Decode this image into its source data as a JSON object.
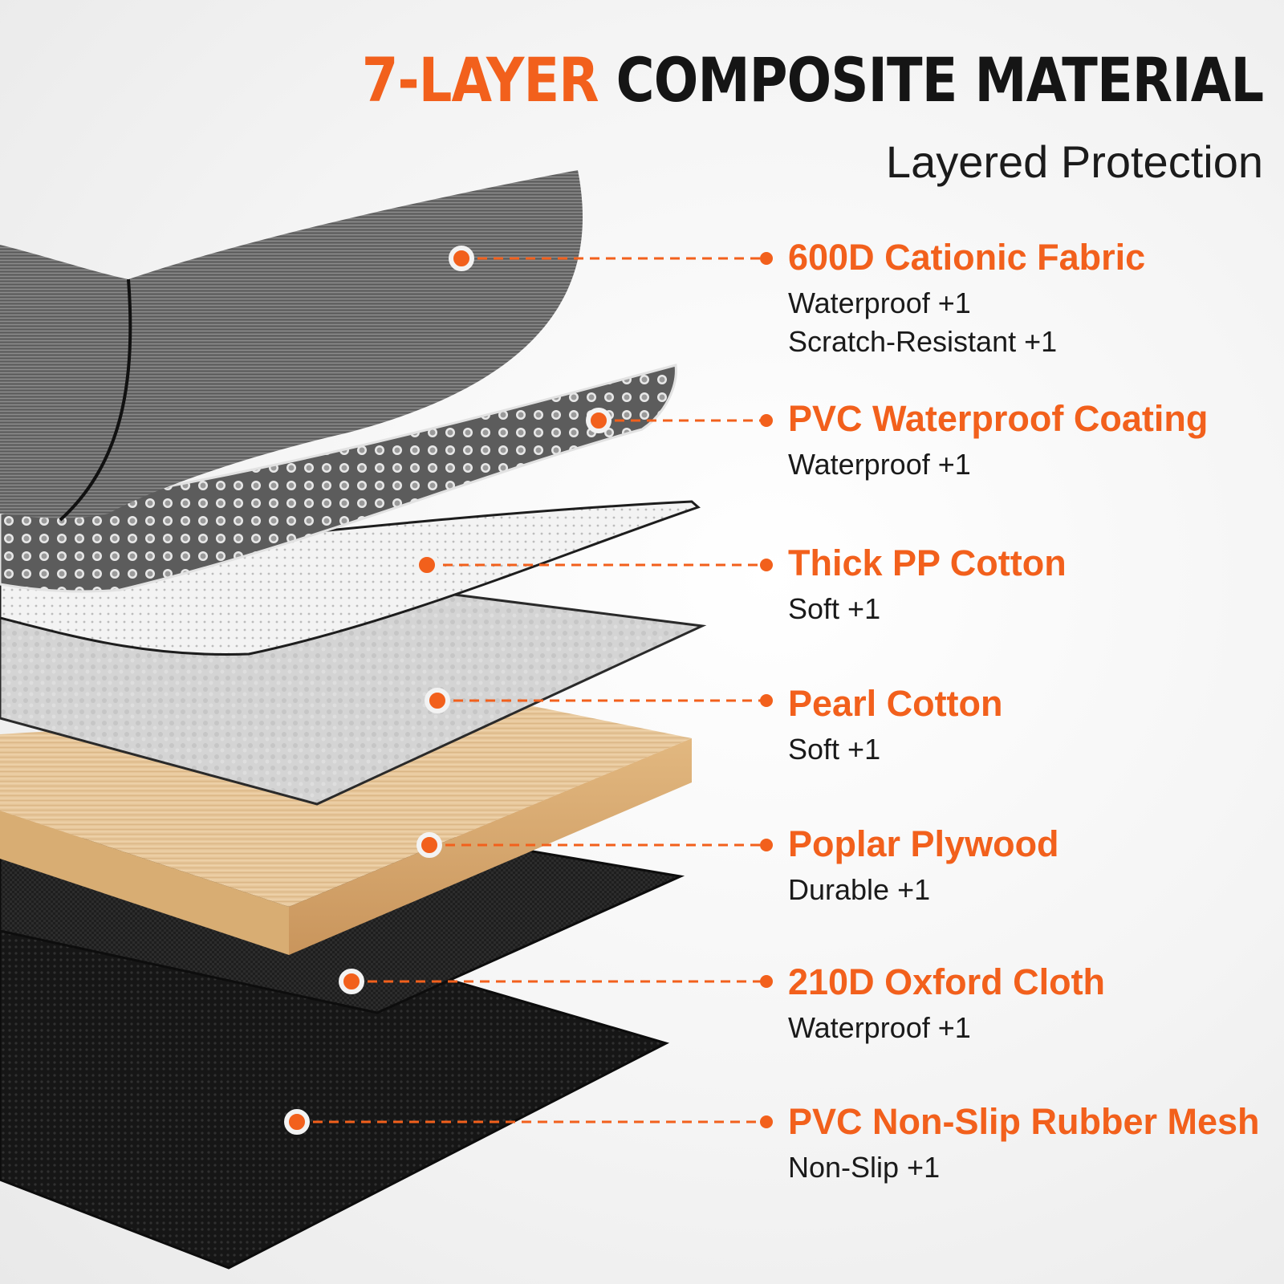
{
  "header": {
    "title_accent": "7-LAYER",
    "title_main": "COMPOSITE MATERIAL",
    "subtitle": "Layered Protection"
  },
  "colors": {
    "accent": "#f2601c",
    "text": "#1a1a1a"
  },
  "layers": [
    {
      "name": "600D Cationic Fabric",
      "features": [
        "Waterproof +1",
        "Scratch-Resistant +1"
      ]
    },
    {
      "name": "PVC Waterproof Coating",
      "features": [
        "Waterproof +1"
      ]
    },
    {
      "name": "Thick PP Cotton",
      "features": [
        "Soft +1"
      ]
    },
    {
      "name": "Pearl Cotton",
      "features": [
        "Soft +1"
      ]
    },
    {
      "name": "Poplar Plywood",
      "features": [
        "Durable +1"
      ]
    },
    {
      "name": "210D Oxford Cloth",
      "features": [
        "Waterproof +1"
      ]
    },
    {
      "name": "PVC Non-Slip Rubber Mesh",
      "features": [
        "Non-Slip +1"
      ]
    }
  ]
}
